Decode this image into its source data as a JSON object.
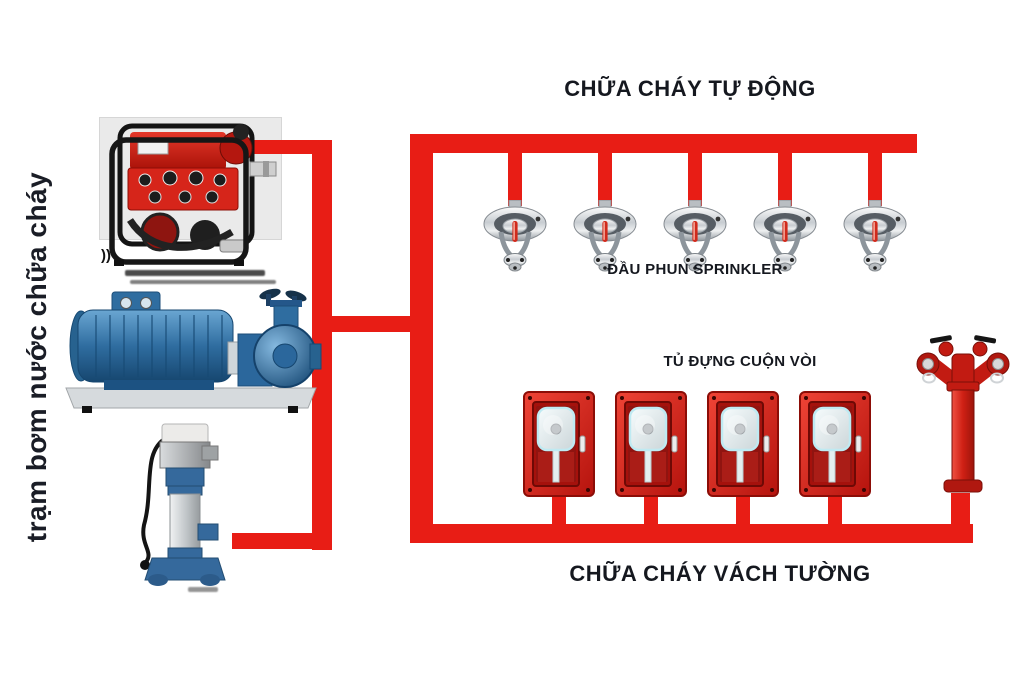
{
  "station_label": "trạm bơm nước chữa cháy",
  "portable_pump_mark": "))",
  "sprinkler_system": {
    "title": "CHỮA CHÁY TỰ ĐỘNG",
    "device_label": "ĐẦU PHUN SPRINKLER",
    "count": 5
  },
  "hose_system": {
    "title": "CHỮA CHÁY VÁCH TƯỜNG",
    "device_label": "TỦ ĐỰNG CUỘN VÒI",
    "cabinet_count": 4,
    "hydrant_count": 1
  },
  "colors": {
    "pipe": "#e81d15",
    "text": "#15181f",
    "photo_bg": "#eaeaea",
    "cabinet_red": "#c6201a",
    "pump_blue": "#2f6da0",
    "hydrant_red": "#c21b12",
    "chrome": "#d8dcdf"
  }
}
